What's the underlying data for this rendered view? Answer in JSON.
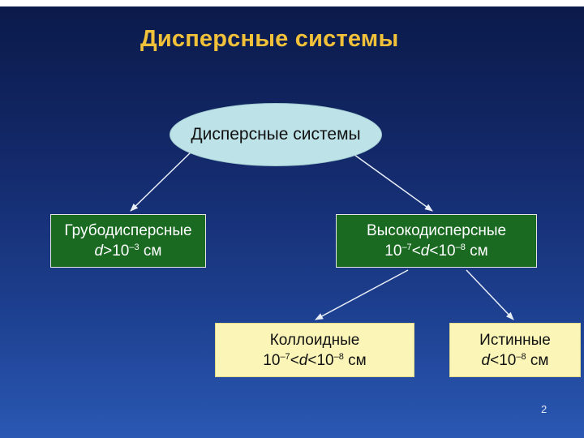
{
  "slide": {
    "title": "Дисперсные системы",
    "page_number": "2"
  },
  "diagram": {
    "root": {
      "label": "Дисперсные системы"
    },
    "coarse": {
      "name": "Грубодисперсные",
      "cond_var": "d",
      "cond_op": ">10",
      "cond_exp": "–3",
      "cond_unit": " см"
    },
    "fine": {
      "name": "Высокодисперсные",
      "c1_base": "10",
      "c1_exp": "–7",
      "c1_lt": "<",
      "var": "d",
      "c2": "<10",
      "c2_exp": "–8",
      "unit": " см"
    },
    "colloid": {
      "name": "Коллоидные",
      "c1_base": "10",
      "c1_exp": "–7",
      "c1_lt": "<",
      "var": "d",
      "c2": "<10",
      "c2_exp": "–8",
      "unit": " см"
    },
    "true_solutions": {
      "name": "Истинные",
      "var": "d",
      "c2": "<10",
      "c2_exp": "–8",
      "unit": " см"
    },
    "edges": [
      {
        "from": "root",
        "to": "coarse"
      },
      {
        "from": "root",
        "to": "fine"
      },
      {
        "from": "fine",
        "to": "colloid"
      },
      {
        "from": "fine",
        "to": "true_solutions"
      }
    ]
  },
  "colors": {
    "title": "#f2c13a",
    "green_box": "#1a6a22",
    "yellow_box": "#fbf6b8",
    "ellipse": "#bde3e8",
    "connector": "#e8eef8"
  }
}
